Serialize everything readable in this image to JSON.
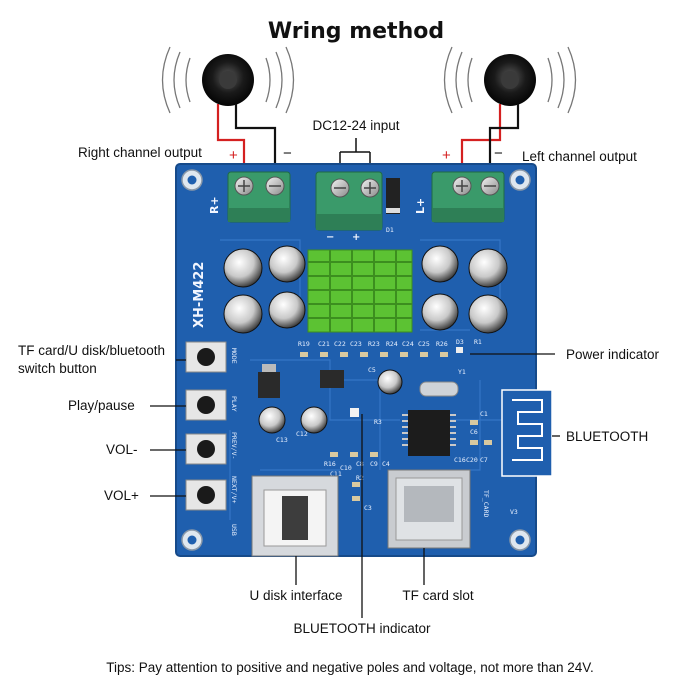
{
  "title": "Wring method",
  "tip": "Tips: Pay attention to positive and negative poles and voltage, not more than 24V.",
  "labels": {
    "dc_input": "DC12-24 input",
    "right_channel": "Right channel output",
    "left_channel": "Left channel output",
    "switch_button": [
      "TF card/U disk/bluetooth",
      "switch button"
    ],
    "play_pause": "Play/pause",
    "vol_minus": "VOL-",
    "vol_plus": "VOL+",
    "power_indicator": "Power indicator",
    "bluetooth": "BLUETOOTH",
    "u_disk": "U disk interface",
    "tf_slot": "TF card slot",
    "bt_indicator": "BLUETOOTH indicator"
  },
  "polarity": {
    "plus": "+",
    "minus": "−"
  },
  "board": {
    "model": "XH-M422",
    "terminal_r": "R+",
    "terminal_l": "L+",
    "button_marks": [
      "MODE",
      "PLAY",
      "PREV/V-",
      "NEXT/V+"
    ],
    "usb_mark": "USB",
    "tf_mark": "TF_CARD",
    "version": "V3",
    "dc_marks": [
      "−",
      "+"
    ],
    "silk_refs": [
      "R19",
      "C21",
      "C22",
      "C23",
      "R23",
      "R24",
      "C24",
      "C25",
      "R26",
      "D3",
      "R1",
      "D1",
      "C5",
      "Y1",
      "R3",
      "C12",
      "C13",
      "R16",
      "C8",
      "C9",
      "C4",
      "C16",
      "C20",
      "C7",
      "C1",
      "C6",
      "C10",
      "C11",
      "R2",
      "C3"
    ]
  },
  "colors": {
    "board": "#1f5fae",
    "terminal": "#3a9a6a",
    "heatsink": "#6fd63a",
    "wire_red": "#d42020"
  }
}
